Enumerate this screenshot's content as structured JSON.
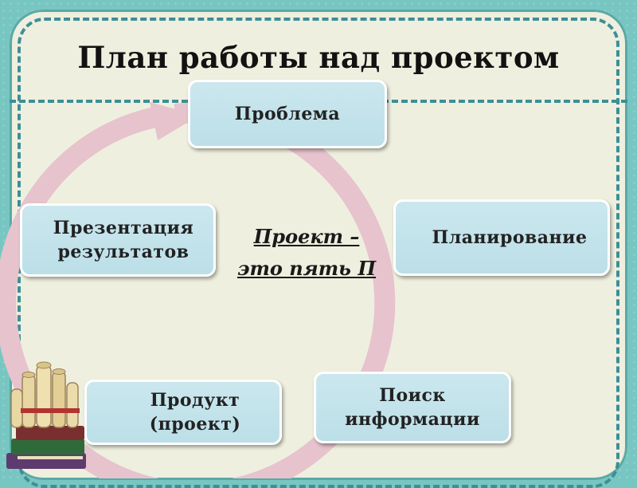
{
  "title": "План работы над проектом",
  "center": {
    "line1": "Проект –",
    "line2": "это пять П"
  },
  "nodes": [
    {
      "id": "problem",
      "label": "Проблема"
    },
    {
      "id": "planning",
      "label": "Планирование"
    },
    {
      "id": "search",
      "label": "Поиск\nинформации"
    },
    {
      "id": "product",
      "label": "Продукт\n(проект)"
    },
    {
      "id": "presentation",
      "label": "Презентация\nрезультатов"
    }
  ],
  "colors": {
    "background": "#78c6c2",
    "panel": "#efefdf",
    "dash": "#3d8f97",
    "node_fill": "#c4e3eb",
    "node_border": "#ffffff",
    "cycle_arrow": "#e6c3cd"
  },
  "decorations": {
    "corner_icon": "books-scrolls-icon"
  }
}
